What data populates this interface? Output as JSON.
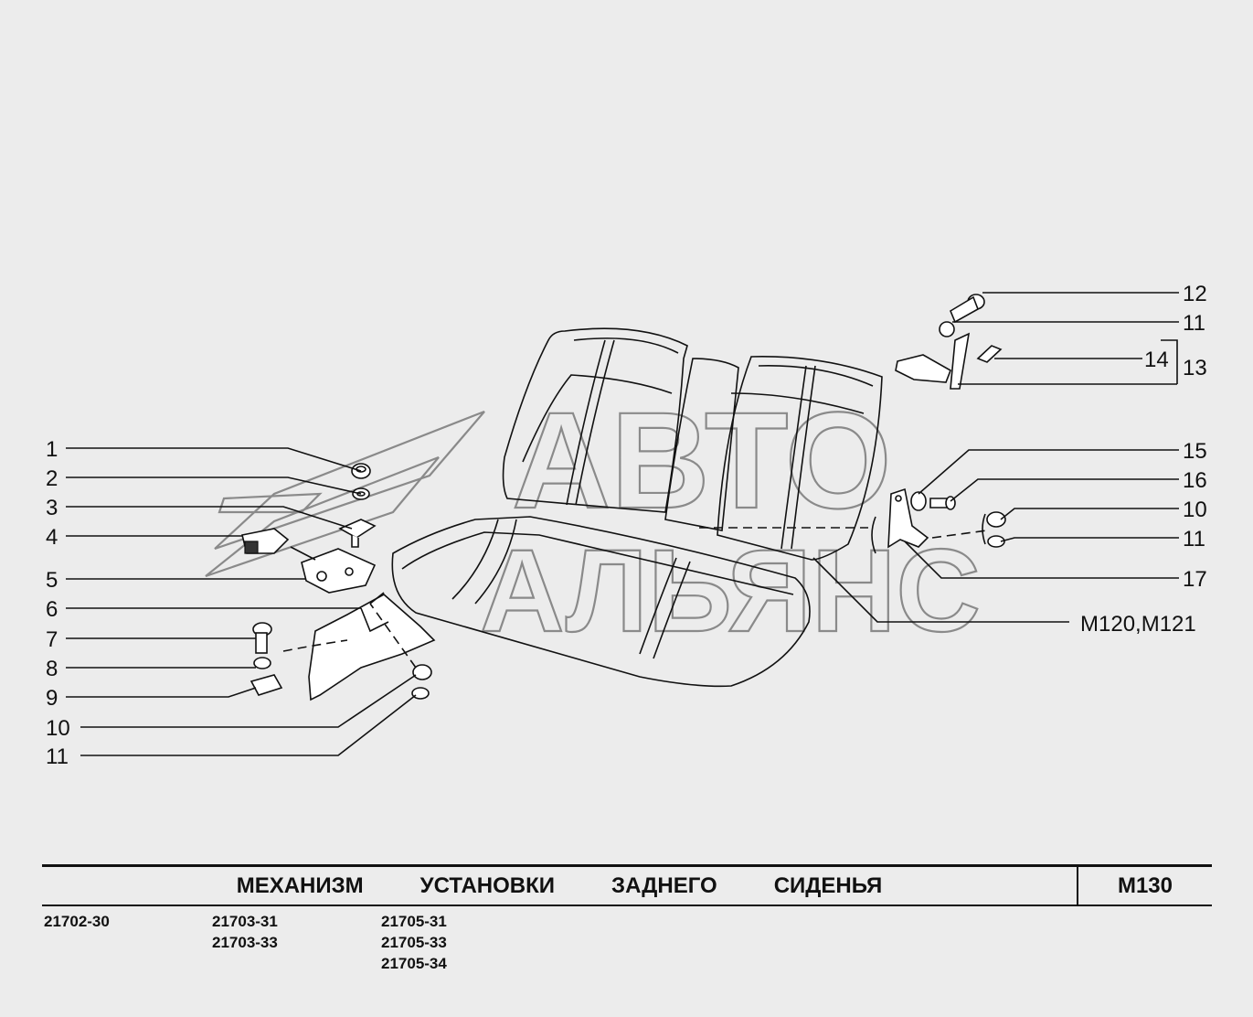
{
  "diagram": {
    "watermark": [
      "АВТО",
      "АЛЬЯНС"
    ],
    "callouts_left": [
      {
        "label": "1"
      },
      {
        "label": "2"
      },
      {
        "label": "3"
      },
      {
        "label": "4"
      },
      {
        "label": "5"
      },
      {
        "label": "6"
      },
      {
        "label": "7"
      },
      {
        "label": "8"
      },
      {
        "label": "9"
      },
      {
        "label": "10"
      },
      {
        "label": "11"
      }
    ],
    "callouts_right": [
      {
        "label": "12"
      },
      {
        "label": "11"
      },
      {
        "label": "14"
      },
      {
        "label": "13"
      },
      {
        "label": "15"
      },
      {
        "label": "16"
      },
      {
        "label": "10"
      },
      {
        "label": "11"
      },
      {
        "label": "17"
      },
      {
        "label": "M120,M121"
      }
    ]
  },
  "title_block": {
    "title": "МЕХАНИЗМ   УСТАНОВКИ   ЗАДНЕГО   СИДЕНЬЯ",
    "code": "M130"
  },
  "models": {
    "col1": [
      "21702-30"
    ],
    "col2": [
      "21703-31",
      "21703-33"
    ],
    "col3": [
      "21705-31",
      "21705-33",
      "21705-34"
    ]
  }
}
